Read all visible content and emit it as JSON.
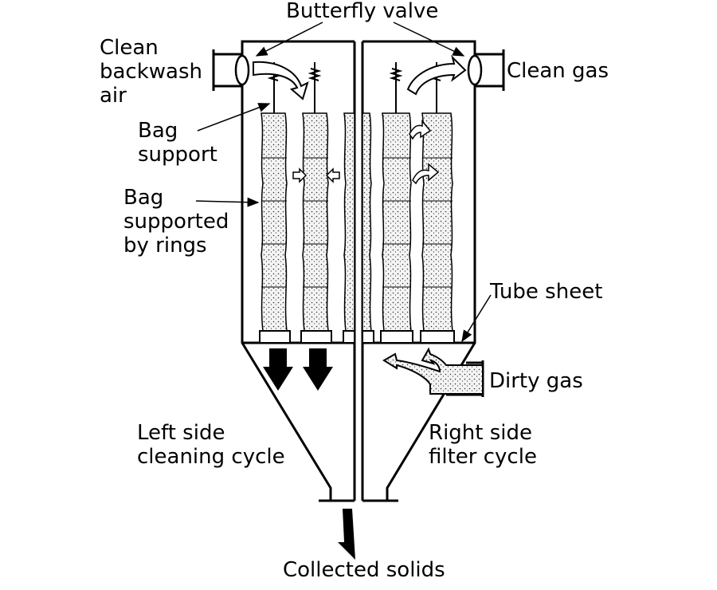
{
  "labels": {
    "butterfly_valve": "Butterfly valve",
    "clean_backwash_air": [
      "Clean",
      "backwash",
      "air"
    ],
    "clean_gas": "Clean gas",
    "bag_support": [
      "Bag",
      "support"
    ],
    "bag_supported_by_rings": [
      "Bag",
      "supported",
      "by rings"
    ],
    "tube_sheet": "Tube sheet",
    "dirty_gas": "Dirty gas",
    "left_side_cleaning_cycle": [
      "Left side",
      "cleaning cycle"
    ],
    "right_side_filter_cycle": [
      "Right side",
      "filter cycle"
    ],
    "collected_solids": "Collected solids"
  },
  "colors": {
    "stroke": "#000000",
    "bag_fill": "#e8e8e8",
    "background": "#ffffff"
  }
}
